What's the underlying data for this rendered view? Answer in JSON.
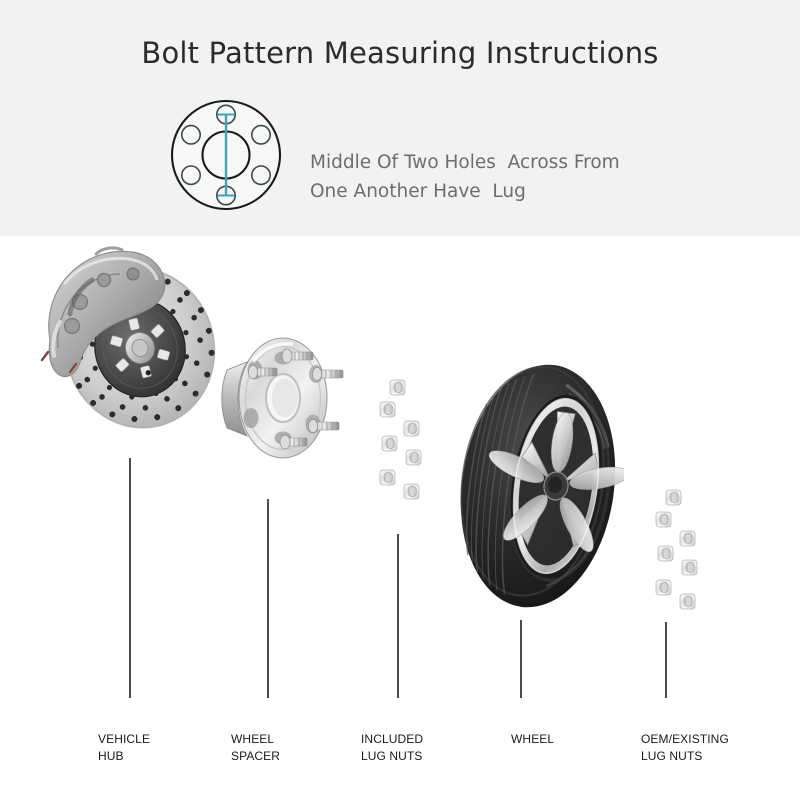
{
  "header": {
    "title": "Bolt Pattern Measuring Instructions",
    "background_color": "#f2f2f2",
    "instruction_line_1": "Middle Of Two Holes  Across From",
    "instruction_line_2": "One Another Have  Lug",
    "instruction_text": "Middle Of Two Holes  Across From\nOne Another Have  Lug"
  },
  "diagram": {
    "name": "bolt-pattern-hub-diagram",
    "hole_count": 6,
    "measure_line_color": "#3aa6bd",
    "outline_color": "#1a1a1a",
    "face_color": "#f7f7f7"
  },
  "colors": {
    "leader_line": "#4d4d4d",
    "label_text": "#1a1a1a",
    "instruction_text": "#6d6d6d",
    "title_text": "#2b2b2b",
    "page_background": "#ffffff"
  },
  "parts": [
    {
      "id": "vehicle-hub",
      "label": "VEHICLE\nHUB",
      "label_line_1": "VEHICLE",
      "label_line_2": "HUB",
      "icon": "brake-rotor-caliper-assembly"
    },
    {
      "id": "wheel-spacer",
      "label": "WHEEL\nSPACER",
      "label_line_1": "WHEEL",
      "label_line_2": "SPACER",
      "icon": "wheel-spacer-disc"
    },
    {
      "id": "included-lug-nuts",
      "label": "INCLUDED\nLUG NUTS",
      "label_line_1": "INCLUDED",
      "label_line_2": "LUG NUTS",
      "icon": "lug-nuts-cluster",
      "nut_count": 7
    },
    {
      "id": "wheel",
      "label": "WHEEL",
      "label_line_1": "WHEEL",
      "label_line_2": "",
      "icon": "tire-alloy-wheel"
    },
    {
      "id": "oem-existing-lug-nuts",
      "label": "OEM/EXISTING\nLUG NUTS",
      "label_line_1": "OEM/EXISTING",
      "label_line_2": "LUG NUTS",
      "icon": "lug-nuts-cluster",
      "nut_count": 7
    }
  ]
}
